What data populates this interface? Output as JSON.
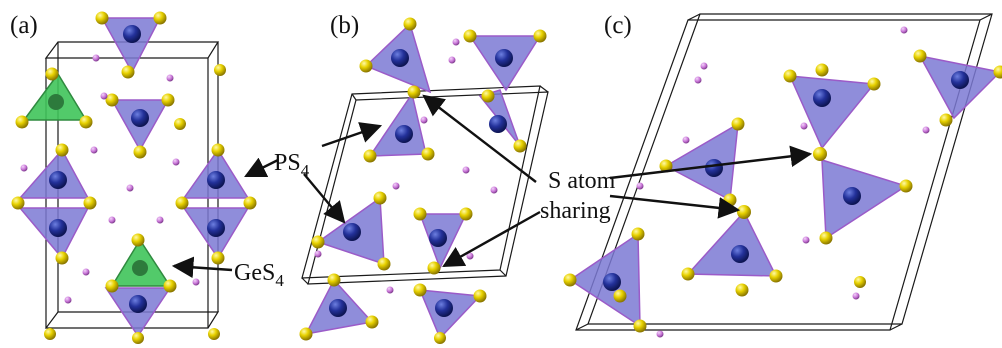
{
  "panels": [
    {
      "label": "(a)"
    },
    {
      "label": "(b)"
    },
    {
      "label": "(c)"
    }
  ],
  "annotations": {
    "ps4": "PS",
    "ps4_sub": "4",
    "ges4": "GeS",
    "ges4_sub": "4",
    "s_atom_line1": "S atom",
    "s_atom_line2": "sharing"
  },
  "colors": {
    "ps4_tetrahedron": "#7b79d3",
    "ps4_edge": "#9b5bc8",
    "ges4_tetrahedron": "#3fc45a",
    "phosphorus": "#23319a",
    "sulfur": "#e8d200",
    "lithium": "#c774d6",
    "cell_line": "#1a1a1a",
    "background": "#ffffff"
  }
}
